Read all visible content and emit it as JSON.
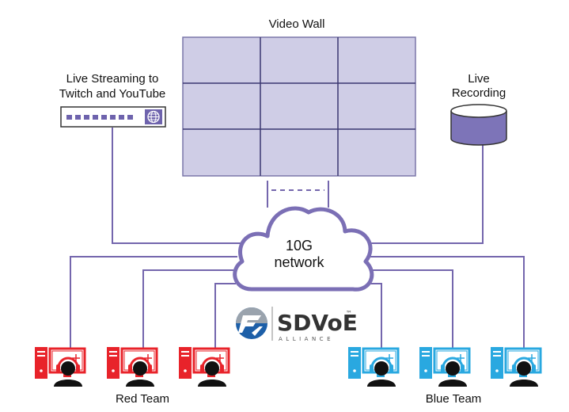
{
  "labels": {
    "video_wall": "Video Wall",
    "live_streaming_line1": "Live Streaming to",
    "live_streaming_line2": "Twitch and YouTube",
    "live_recording_line1": "Live",
    "live_recording_line2": "Recording",
    "network_line1": "10G",
    "network_line2": "network",
    "red_team": "Red Team",
    "blue_team": "Blue Team"
  },
  "logo": {
    "name": "SDVoE",
    "trademark": "™",
    "tagline": "ALLIANCE"
  },
  "colors": {
    "line": "#7466ad",
    "wall_fill": "#cfcde6",
    "wall_border": "#7a76a8",
    "recording": "#7d74b8",
    "red_team": "#e8232a",
    "blue_team": "#29a8e0",
    "cloud_stroke": "#7b6fb5"
  },
  "icons": [
    "globe-icon",
    "database-icon",
    "cloud-icon",
    "gamer-workstation-icon",
    "sdvoe-logo-icon"
  ]
}
